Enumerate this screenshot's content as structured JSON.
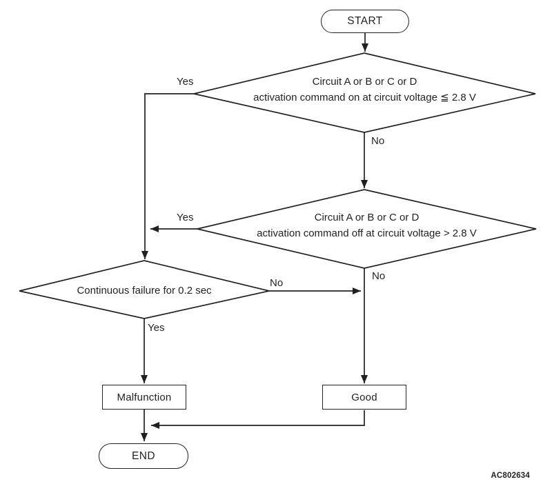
{
  "figure": {
    "code": "AC802634"
  },
  "nodes": {
    "start": {
      "label": "START"
    },
    "decision1": {
      "line1": "Circuit A or B or C or D",
      "line2": "activation command on at circuit voltage ≦ 2.8 V"
    },
    "decision2": {
      "line1": "Circuit A or B or C or D",
      "line2": "activation command off at circuit voltage > 2.8 V"
    },
    "decision3": {
      "label": "Continuous failure for 0.2 sec"
    },
    "malfunction": {
      "label": "Malfunction"
    },
    "good": {
      "label": "Good"
    },
    "end": {
      "label": "END"
    }
  },
  "branches": {
    "decision1_yes": "Yes",
    "decision1_no": "No",
    "decision2_yes": "Yes",
    "decision2_no": "No",
    "decision3_yes": "Yes",
    "decision3_no": "No"
  },
  "colors": {
    "line": "#231f20",
    "text": "#231f20",
    "background": "#ffffff"
  }
}
